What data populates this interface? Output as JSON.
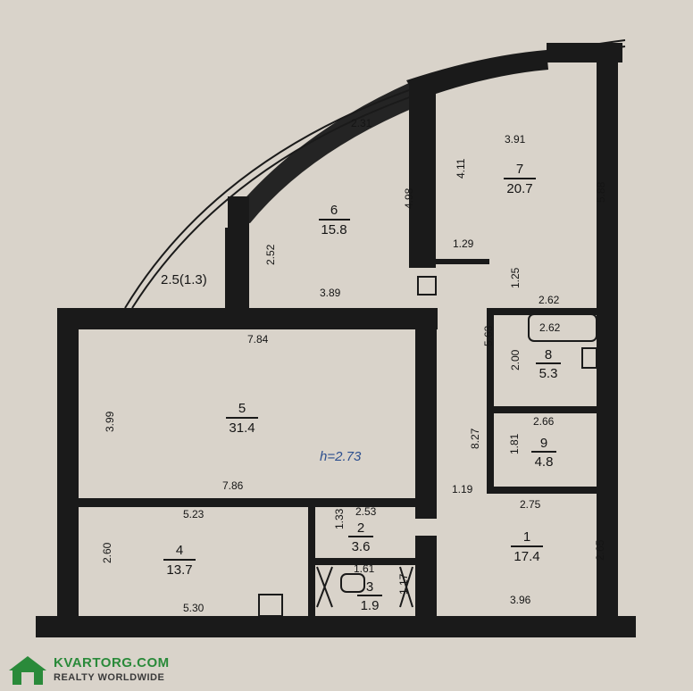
{
  "plan": {
    "ceiling_height": "h=2.73",
    "rooms": [
      {
        "id": "1",
        "number": "1",
        "area": "17.4"
      },
      {
        "id": "2",
        "number": "2",
        "area": "3.6"
      },
      {
        "id": "3",
        "number": "3",
        "area": "1.9"
      },
      {
        "id": "4",
        "number": "4",
        "area": "13.7"
      },
      {
        "id": "5",
        "number": "5",
        "area": "31.4"
      },
      {
        "id": "6",
        "number": "6",
        "area": "15.8"
      },
      {
        "id": "7",
        "number": "7",
        "area": "20.7"
      },
      {
        "id": "8",
        "number": "8",
        "area": "5.3"
      },
      {
        "id": "9",
        "number": "9",
        "area": "4.8"
      }
    ],
    "balcony_label": "2.5(1.3)",
    "dimensions": {
      "d_231": "2.31",
      "d_391": "3.91",
      "d_411": "4.11",
      "d_588": "5.88",
      "d_498": "4.98",
      "d_252": "2.52",
      "d_389": "3.89",
      "d_129": "1.29",
      "d_125": "1.25",
      "d_262a": "2.62",
      "d_262b": "2.62",
      "d_563": "5.63",
      "d_200": "2.00",
      "d_784": "7.84",
      "d_399": "3.99",
      "d_827": "8.27",
      "d_266": "2.66",
      "d_181": "1.81",
      "d_786": "7.86",
      "d_119": "1.19",
      "d_275": "2.75",
      "d_523": "5.23",
      "d_253": "2.53",
      "d_133": "1.33",
      "d_260": "2.60",
      "d_161": "1.61",
      "d_117": "1.17",
      "d_265": "2.65",
      "d_530": "5.30",
      "d_396": "3.96"
    }
  },
  "logo": {
    "name": "KVARTORG.COM",
    "tagline": "REALTY WORLDWIDE"
  },
  "colors": {
    "paper": "#d9d3ca",
    "ink": "#1a1a1a",
    "height_label": "#2c4f8f",
    "logo_green": "#2a8a3a"
  }
}
